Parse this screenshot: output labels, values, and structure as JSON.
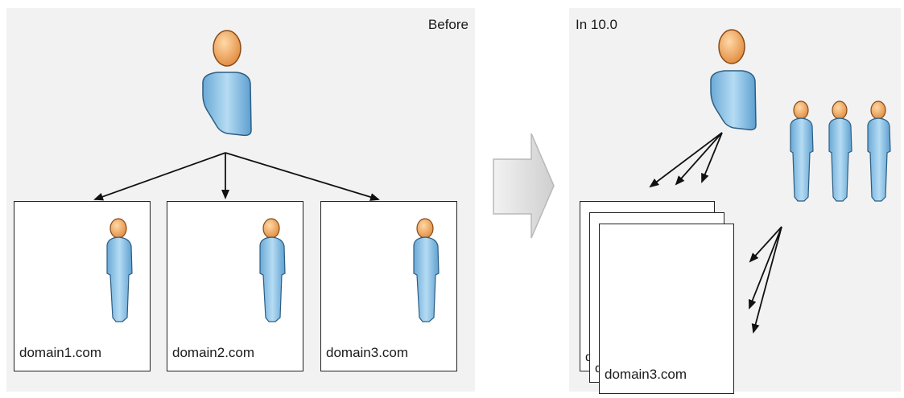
{
  "before": {
    "title": "Before",
    "domains": [
      "domain1.com",
      "domain2.com",
      "domain3.com"
    ]
  },
  "after": {
    "title": "In 10.0",
    "stacked_domains": [
      "d",
      "d",
      "domain3.com"
    ]
  },
  "colors": {
    "panel_bg": "#f2f2f2",
    "figure_head": "#f0a960",
    "figure_body": "#8ebfe0",
    "arrow_fill": "#dcdcdc"
  }
}
